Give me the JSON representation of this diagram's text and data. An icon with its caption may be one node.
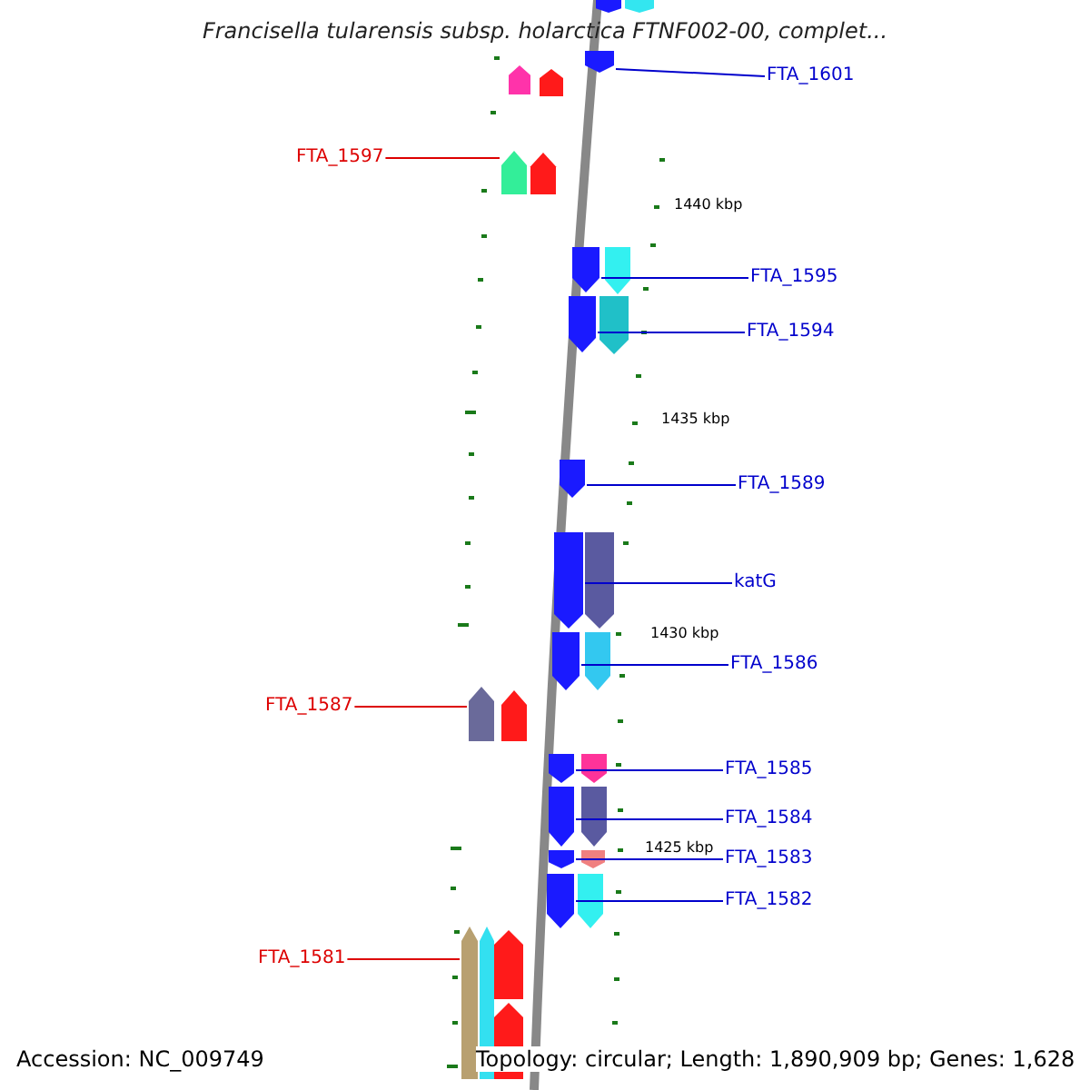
{
  "diagram": {
    "title": "Francisella tularensis subsp. holarctica FTNF002-00, complet...",
    "nodes": [
      {
        "text": [
          "FTA_1601"
        ]
      },
      {
        "text": [],
        "shape": "arrow"
      },
      {
        "text": [
          "FTA_1597"
        ]
      },
      {
        "text": [],
        "shape": "arrow"
      },
      {
        "text": [
          "FTA_1595"
        ]
      },
      {
        "text": [],
        "shape": "arrow"
      },
      {
        "text": [
          "FTA_1594"
        ]
      },
      {
        "text": [],
        "shape": "arrow"
      },
      {
        "text": [
          "FTA_1589"
        ]
      },
      {
        "text": [],
        "shape": "arrow"
      },
      {
        "text": [
          "katG"
        ]
      },
      {
        "text": [],
        "shape": "arrow"
      },
      {
        "text": [
          "FTA_1586"
        ]
      },
      {
        "text": [],
        "shape": "arrow"
      },
      {
        "text": [
          "FTA_1587"
        ]
      },
      {
        "text": [],
        "shape": "arrow"
      },
      {
        "text": [
          "FTA_1585"
        ]
      },
      {
        "text": [],
        "shape": "arrow"
      },
      {
        "text": [
          "FTA_1584"
        ]
      },
      {
        "text": [],
        "shape": "arrow"
      },
      {
        "text": [
          "FTA_1583"
        ]
      },
      {
        "text": [],
        "shape": "arrow"
      },
      {
        "text": [
          "FTA_1582"
        ]
      },
      {
        "text": [],
        "shape": "arrow"
      },
      {
        "text": [
          "FTA_1581"
        ]
      },
      {
        "text": [],
        "shape": "arrow"
      }
    ],
    "edges": [
      {
        "from": 0,
        "to": 1,
        "arrow": "none"
      },
      {
        "from": 2,
        "to": 3,
        "arrow": "none",
        "color": "#dd0000"
      },
      {
        "from": 4,
        "to": 5,
        "arrow": "none"
      },
      {
        "from": 6,
        "to": 7,
        "arrow": "none"
      },
      {
        "from": 8,
        "to": 9,
        "arrow": "none"
      },
      {
        "from": 10,
        "to": 11,
        "arrow": "none"
      },
      {
        "from": 12,
        "to": 13,
        "arrow": "none"
      },
      {
        "from": 14,
        "to": 15,
        "arrow": "none",
        "color": "#dd0000"
      },
      {
        "from": 16,
        "to": 17,
        "arrow": "none"
      },
      {
        "from": 18,
        "to": 19,
        "arrow": "none"
      },
      {
        "from": 20,
        "to": 21,
        "arrow": "none"
      },
      {
        "from": 22,
        "to": 23,
        "arrow": "none"
      },
      {
        "from": 24,
        "to": 25,
        "arrow": "none",
        "color": "#dd0000"
      }
    ],
    "labels": [
      "1440 kbp",
      "1435 kbp",
      "1430 kbp",
      "1425 kbp",
      "Accession: NC_009749",
      "Topology: circular; Length: 1,890,909 bp; Genes: 1,628"
    ]
  }
}
